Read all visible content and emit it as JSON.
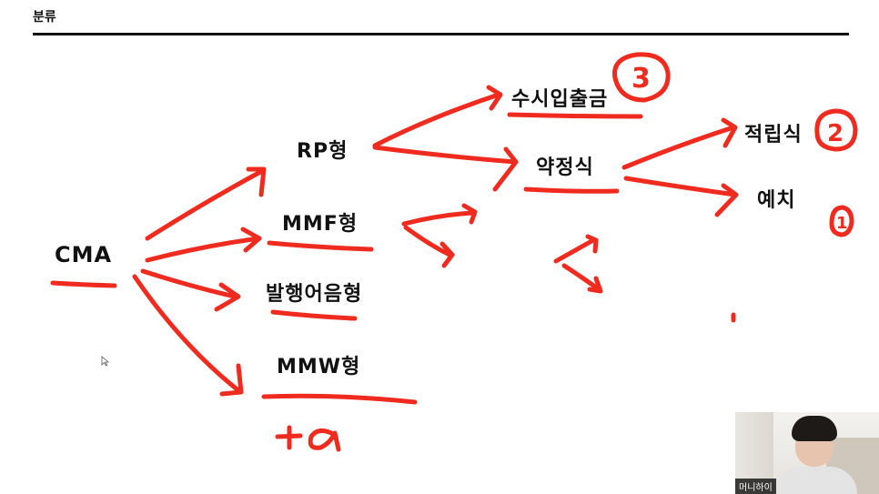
{
  "page": {
    "title": "분류"
  },
  "nodes": {
    "cma": "CMA",
    "rp": "RP형",
    "mmf": "MMF형",
    "bill": "발행어음형",
    "mmw": "MMW형",
    "demand": "수시입출금",
    "contract": "약정식",
    "installment": "적립식",
    "deposit": "예치"
  },
  "annotations": {
    "plus_alpha": "+α",
    "circle_demand": "3",
    "circle_installment": "2",
    "circle_deposit": "1"
  },
  "webcam": {
    "label": "머니하이"
  },
  "colors": {
    "ink": "#ef2b1f",
    "text": "#111111",
    "rule": "#111111"
  }
}
